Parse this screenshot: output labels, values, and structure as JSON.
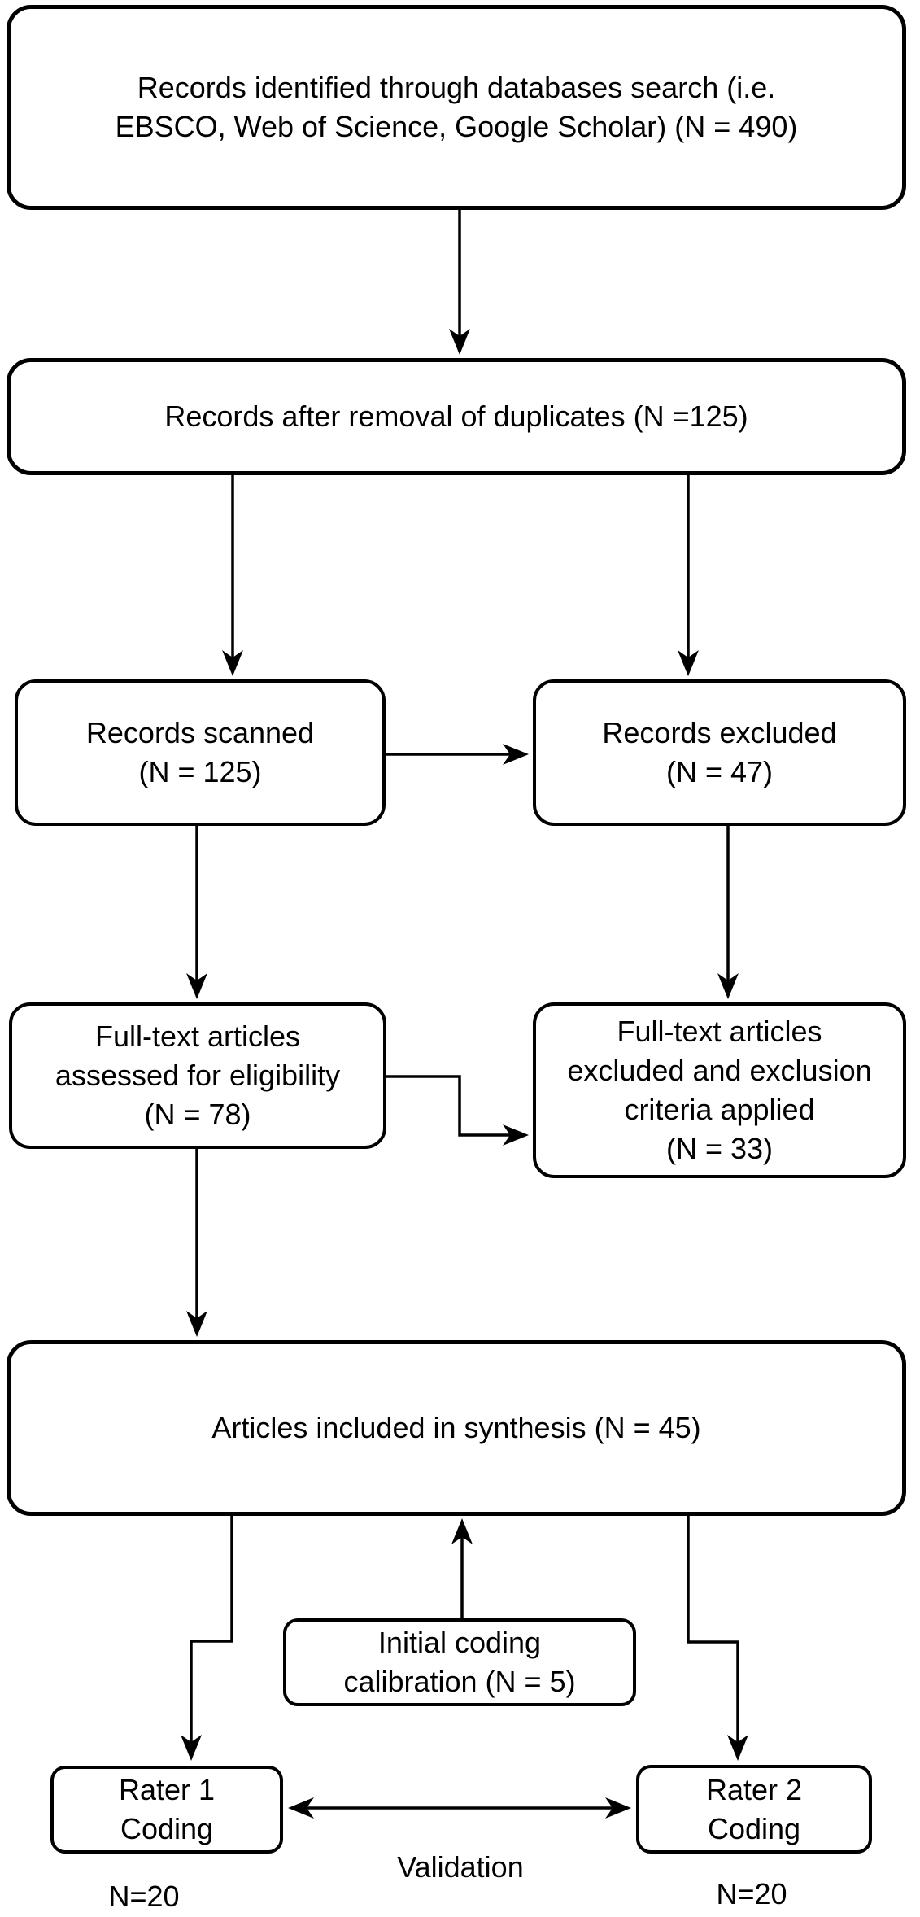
{
  "diagram": {
    "type": "flow-diagram",
    "boxes": {
      "identified": {
        "lines": [
          "Records identified through databases search (i.e.",
          "EBSCO, Web of Science, Google Scholar) (N = 490)"
        ]
      },
      "deduplicated": {
        "lines": [
          "Records after removal of duplicates (N =125)"
        ]
      },
      "scanned": {
        "lines": [
          "Records scanned",
          "(N = 125)"
        ]
      },
      "excluded": {
        "lines": [
          "Records excluded",
          "(N = 47)"
        ]
      },
      "fulltext_assessed": {
        "lines": [
          "Full-text articles",
          "assessed for eligibility",
          "(N = 78)"
        ]
      },
      "fulltext_excluded": {
        "lines": [
          "Full-text articles",
          "excluded and exclusion",
          "criteria applied",
          "(N = 33)"
        ]
      },
      "included": {
        "lines": [
          "Articles included in synthesis (N = 45)"
        ]
      },
      "calibration": {
        "lines": [
          "Initial coding",
          "calibration (N = 5)"
        ]
      },
      "rater1": {
        "lines": [
          "Rater 1",
          "Coding"
        ]
      },
      "rater2": {
        "lines": [
          "Rater 2",
          "Coding"
        ]
      }
    },
    "labels": {
      "validation": "Validation",
      "rater1_count": "N=20",
      "rater2_count": "N=20"
    },
    "colors": {
      "line": "#000000",
      "box_border": "#000000",
      "text": "#000000",
      "background": "#ffffff"
    }
  }
}
